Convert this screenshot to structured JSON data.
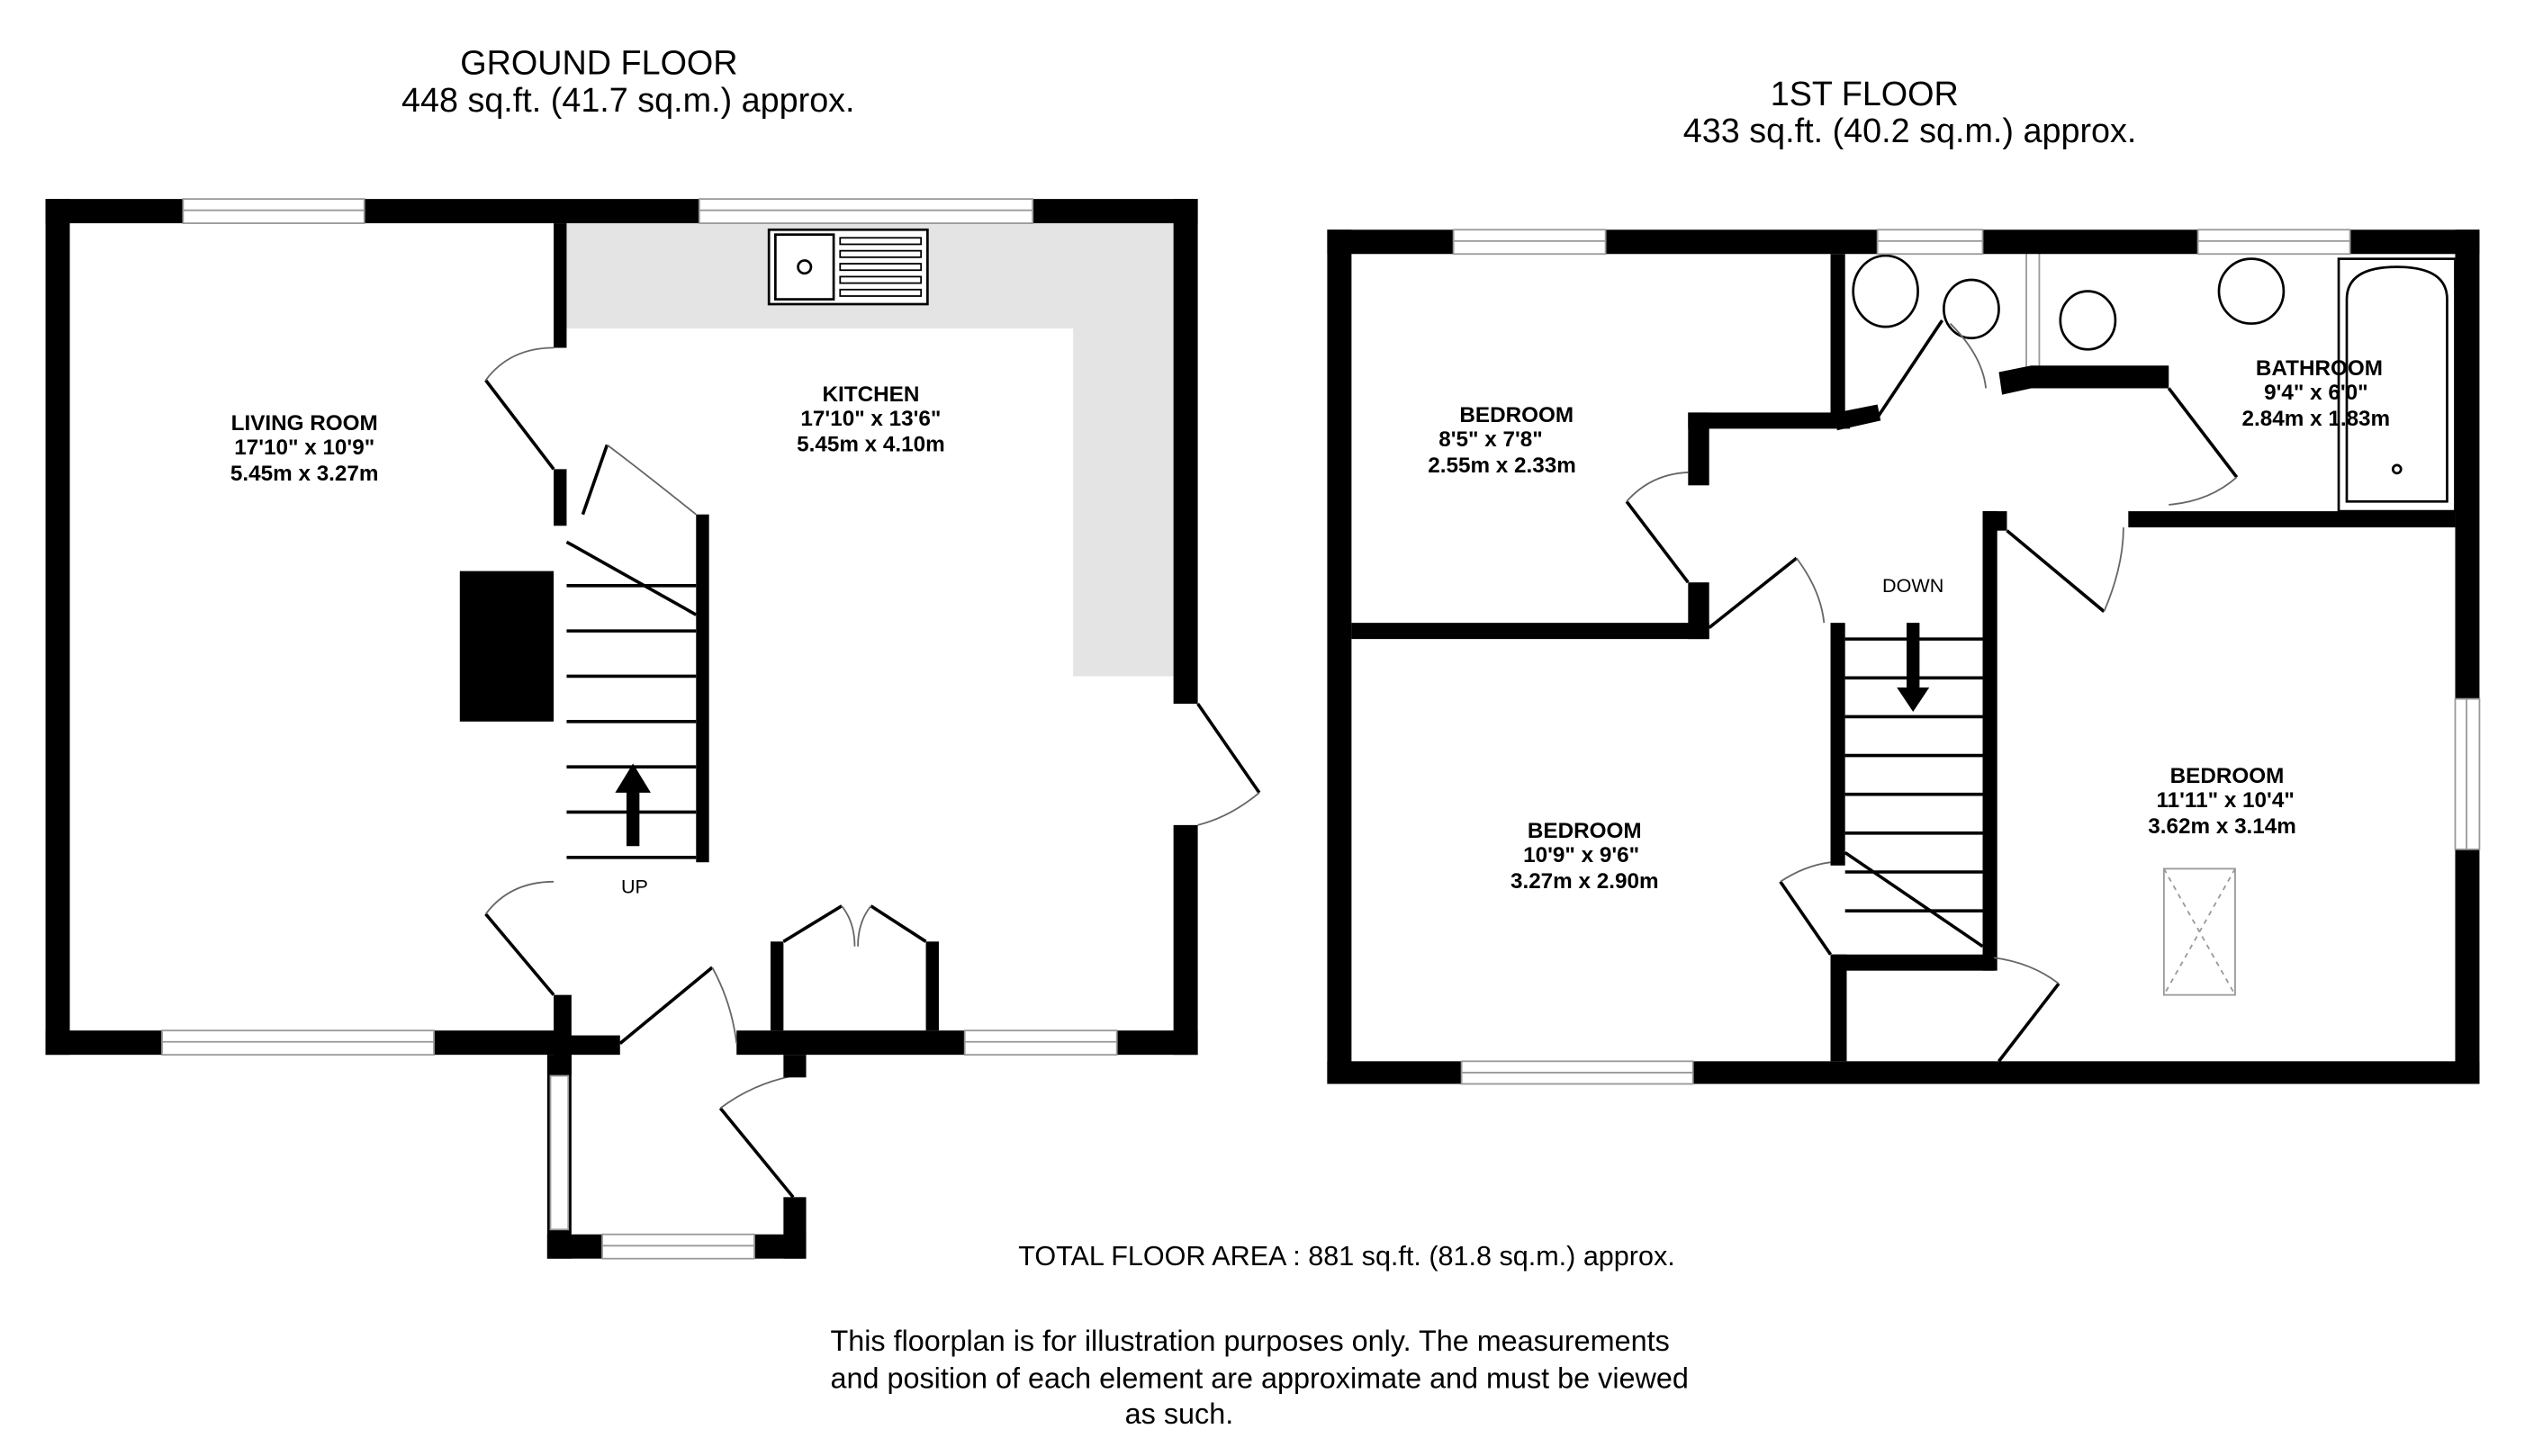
{
  "ground_floor": {
    "title": "GROUND FLOOR",
    "area": "448 sq.ft. (41.7 sq.m.) approx.",
    "rooms": [
      {
        "name": "LIVING ROOM",
        "imperial": "17'10\"  x 10'9\"",
        "metric": "5.45m  x 3.27m"
      },
      {
        "name": "KITCHEN",
        "imperial": "17'10\"  x 13'6\"",
        "metric": "5.45m  x 4.10m"
      }
    ],
    "stairs_label": "UP"
  },
  "first_floor": {
    "title": "1ST FLOOR",
    "area": "433 sq.ft. (40.2 sq.m.) approx.",
    "rooms": [
      {
        "name": "BEDROOM",
        "imperial": "8'5\"  x 7'8\"",
        "metric": "2.55m  x 2.33m"
      },
      {
        "name": "BATHROOM",
        "imperial": "9'4\"  x 6'0\"",
        "metric": "2.84m  x 1.83m"
      },
      {
        "name": "BEDROOM",
        "imperial": "10'9\"  x 9'6\"",
        "metric": "3.27m  x 2.90m"
      },
      {
        "name": "BEDROOM",
        "imperial": "11'11\"  x 10'4\"",
        "metric": "3.62m  x 3.14m"
      }
    ],
    "stairs_label": "DOWN"
  },
  "total_area": "TOTAL FLOOR AREA : 881 sq.ft. (81.8 sq.m.) approx.",
  "disclaimer": [
    "This floorplan is for illustration purposes only. The measurements",
    "and position of each element are approximate and must be viewed",
    "as such."
  ]
}
